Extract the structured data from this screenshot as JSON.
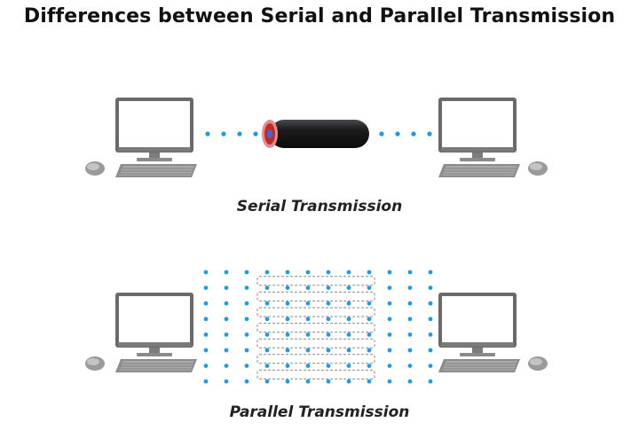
{
  "title": "Differences between Serial and Parallel Transmission",
  "serial": {
    "label": "Serial Transmission",
    "dot_count_each_side": 4
  },
  "parallel": {
    "label": "Parallel Transmission",
    "rows": 8,
    "cols": 12,
    "wire_rows": 7
  },
  "colors": {
    "dot": "#1e9be6",
    "cable_body": "#1c1c1e",
    "cable_end_outer": "#e88a8a",
    "cable_end_inner": "#c02a2a",
    "cable_core": "#3a6ad6",
    "monitor_frame": "#6a6a6a",
    "monitor_screen": "#ffffff",
    "keyboard": "#8c8c8c",
    "mouse": "#9a9a9a"
  },
  "icons": [
    "computer-monitor-icon",
    "keyboard-icon",
    "mouse-icon",
    "cable-icon"
  ]
}
